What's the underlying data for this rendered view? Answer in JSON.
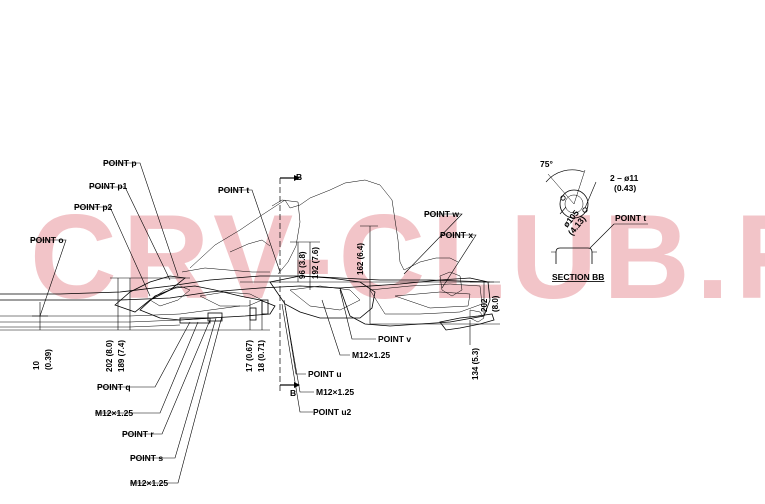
{
  "watermark": "CRV-CLUB.RU",
  "section_marker": "B",
  "points": {
    "p": "POINT p",
    "p1": "POINT p1",
    "p2": "POINT p2",
    "o": "POINT o",
    "t": "POINT t",
    "w": "POINT w",
    "x": "POINT x",
    "v": "POINT v",
    "u": "POINT u",
    "u2": "POINT u2",
    "q": "POINT q",
    "r": "POINT r",
    "s": "POINT s"
  },
  "bolt_label": "M12×1.25",
  "dimensions": {
    "d10": "10",
    "d10_in": "(0.39)",
    "d202a": "202 (8.0)",
    "d189": "189 (7.4)",
    "d17": "17 (0.67)",
    "d18": "18 (0.71)",
    "d96": "96 (3.8)",
    "d192": "192 (7.6)",
    "d162": "162 (6.4)",
    "d202b": "202",
    "d202b_in": "(8.0)",
    "d134": "134 (5.3)"
  },
  "section_bb": {
    "title": "SECTION BB",
    "angle": "75°",
    "holes": "2 – ø11",
    "holes_in": "(0.43)",
    "dia": "ø105",
    "dia_in": "(4.13)",
    "point_t": "POINT t"
  }
}
